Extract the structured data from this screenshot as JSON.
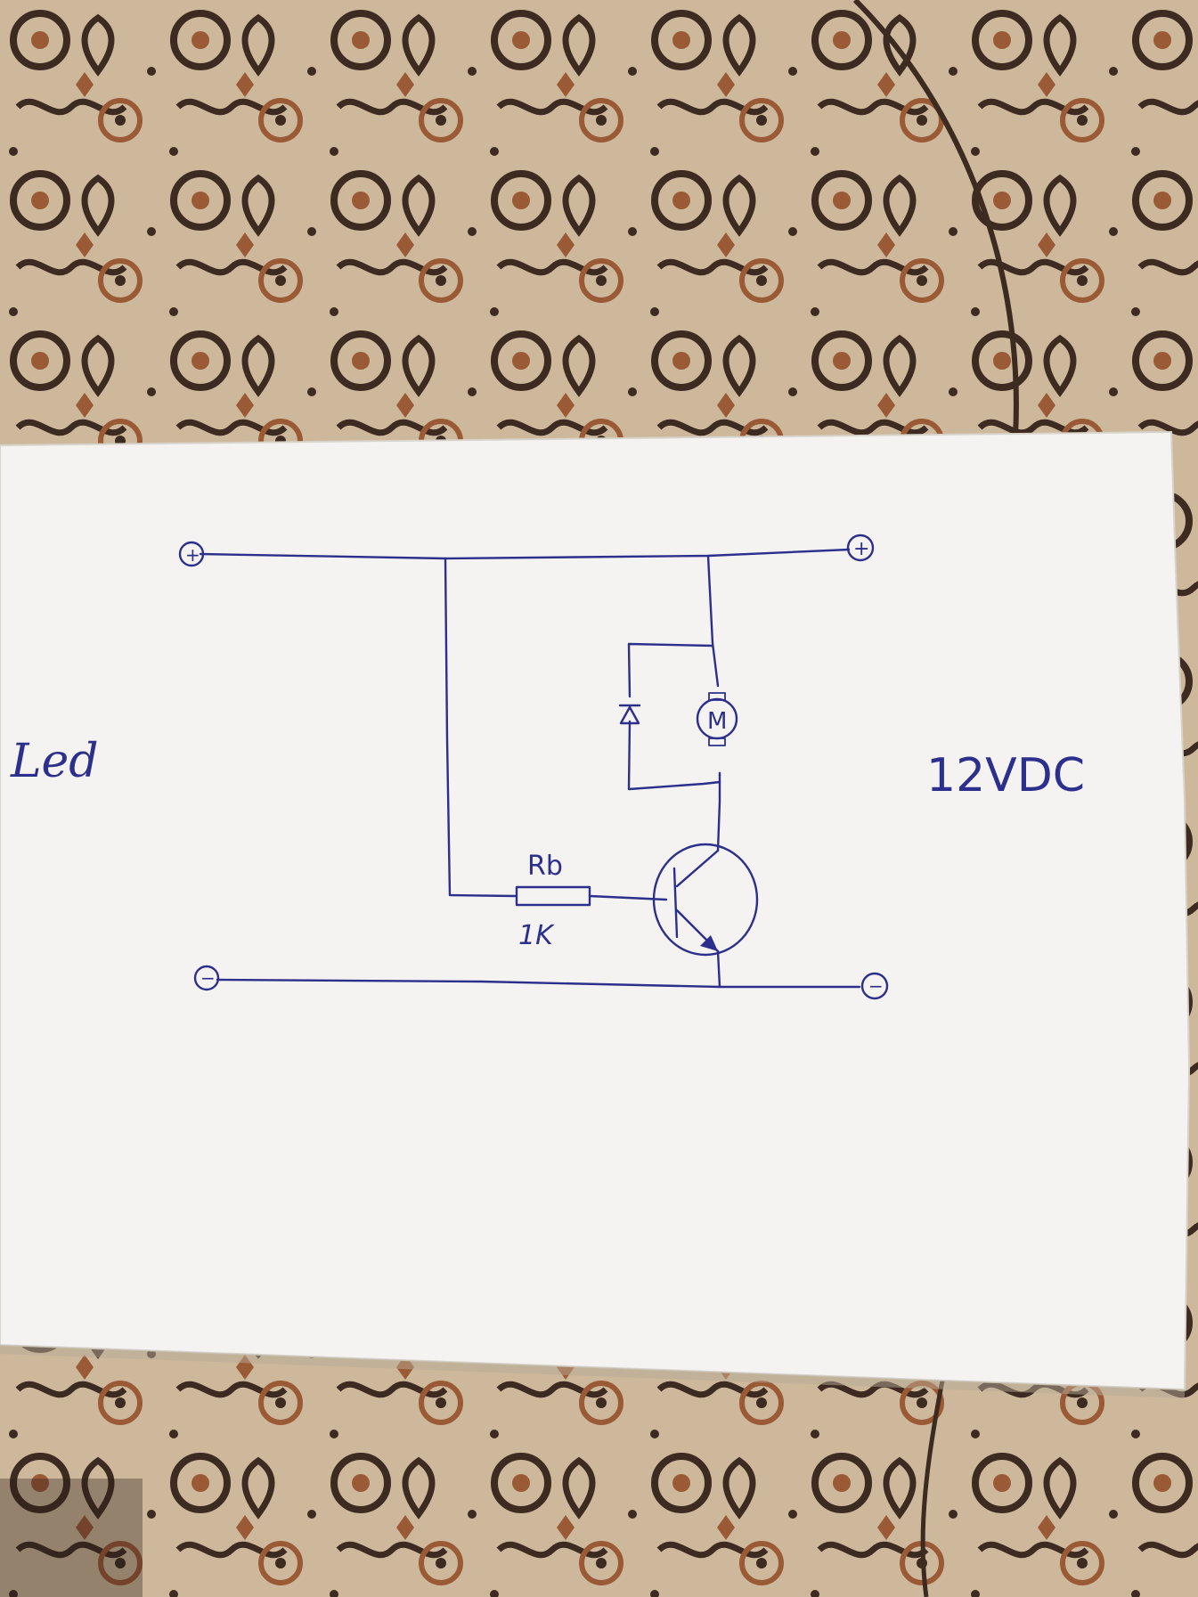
{
  "labels": {
    "left_side": "Led",
    "right_side": "12VDC",
    "resistor_name": "Rb",
    "resistor_value": "1K",
    "motor_letter": "M",
    "terminal_plus": "+",
    "terminal_minus": "−"
  },
  "colors": {
    "ink": "#2c2f8c",
    "paper": "#f4f3f1",
    "tablecloth_base": "#cdb89c",
    "tablecloth_dark": "#3d2a20",
    "tablecloth_rust": "#9a5a36"
  },
  "icons": {
    "motor": "motor-symbol",
    "diode": "diode-symbol",
    "transistor": "npn-transistor-symbol",
    "resistor": "resistor-symbol",
    "terminal": "terminal-circle"
  }
}
